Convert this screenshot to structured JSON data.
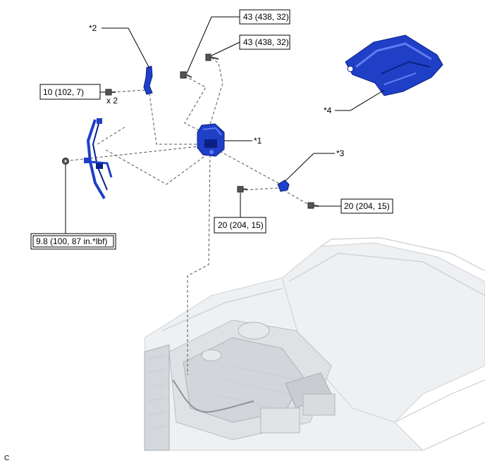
{
  "callouts": {
    "part1": "*1",
    "part2": "*2",
    "part3": "*3",
    "part4": "*4"
  },
  "torque": {
    "t1": "43 (438, 32)",
    "t2": "43 (438, 32)",
    "t3": "10 (102, 7)",
    "t4": "20 (204, 15)",
    "t5": "20 (204, 15)",
    "t6": "9.8 (100, 87 in.*lbf)"
  },
  "quantity": "x 2",
  "corner_code": "C",
  "colors": {
    "part_blue": "#1f3fc6",
    "part_blue_dark": "#0b1f86",
    "part_blue_light": "#5f7df0"
  }
}
